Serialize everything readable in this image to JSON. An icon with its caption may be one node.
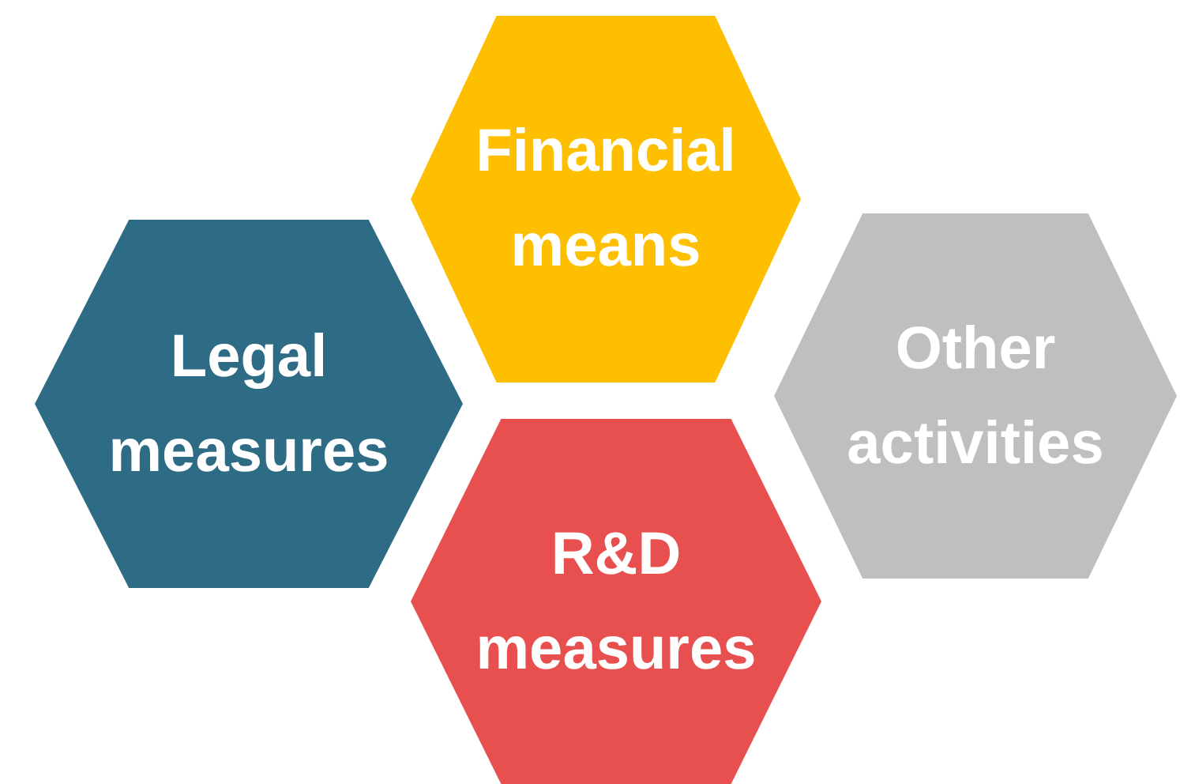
{
  "diagram": {
    "nodes": [
      {
        "text": [
          "Financial means"
        ]
      },
      {
        "text": [
          "Legal measures"
        ]
      },
      {
        "text": [
          "Other activities"
        ]
      },
      {
        "text": [
          "R&D measures"
        ]
      }
    ]
  }
}
